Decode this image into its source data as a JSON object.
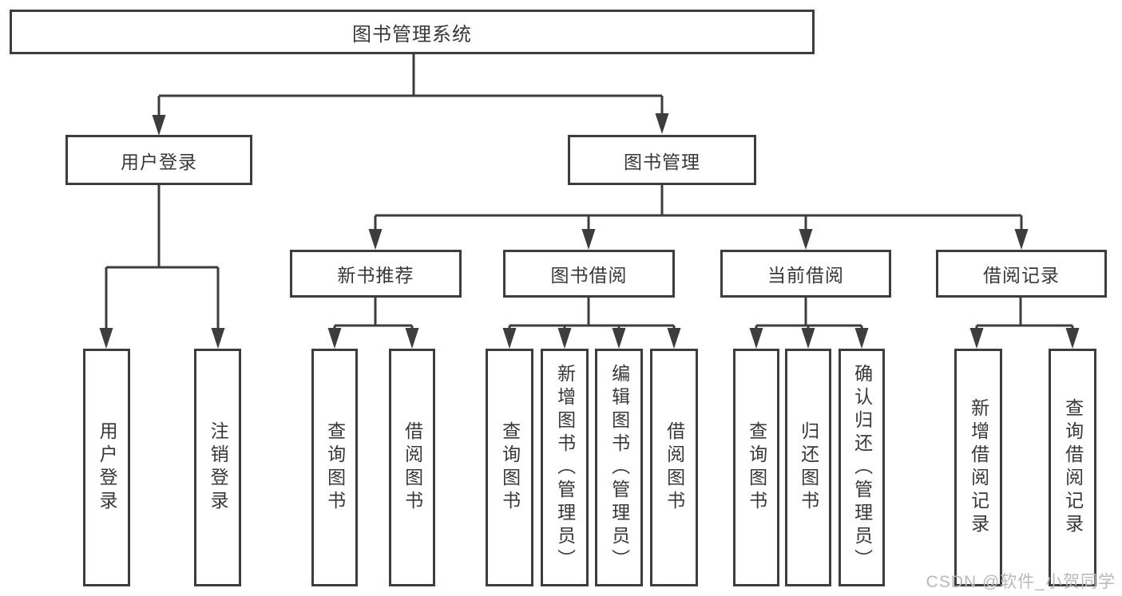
{
  "diagram_title": "图书管理系统",
  "tree": {
    "label": "图书管理系统",
    "children": [
      {
        "label": "用户登录",
        "children": [
          {
            "label": "用户登录"
          },
          {
            "label": "注销登录"
          }
        ]
      },
      {
        "label": "图书管理",
        "children": [
          {
            "label": "新书推荐",
            "children": [
              {
                "label": "查询图书"
              },
              {
                "label": "借阅图书"
              }
            ]
          },
          {
            "label": "图书借阅",
            "children": [
              {
                "label": "查询图书"
              },
              {
                "label": "新增图书（管理员）"
              },
              {
                "label": "编辑图书（管理员）"
              },
              {
                "label": "借阅图书"
              }
            ]
          },
          {
            "label": "当前借阅",
            "children": [
              {
                "label": "查询图书"
              },
              {
                "label": "归还图书"
              },
              {
                "label": "确认归还（管理员）"
              }
            ]
          },
          {
            "label": "借阅记录",
            "children": [
              {
                "label": "新增借阅记录"
              },
              {
                "label": "查询借阅记录"
              }
            ]
          }
        ]
      }
    ]
  },
  "watermark": {
    "text": "CSDN @软件_小贺同学"
  },
  "colors": {
    "line": "#3d3d3d",
    "box_border": "#3d3d3d",
    "box_fill": "#ffffff",
    "text": "#383838",
    "watermark": "#b9b9b9",
    "page_bg": "#ffffff"
  }
}
